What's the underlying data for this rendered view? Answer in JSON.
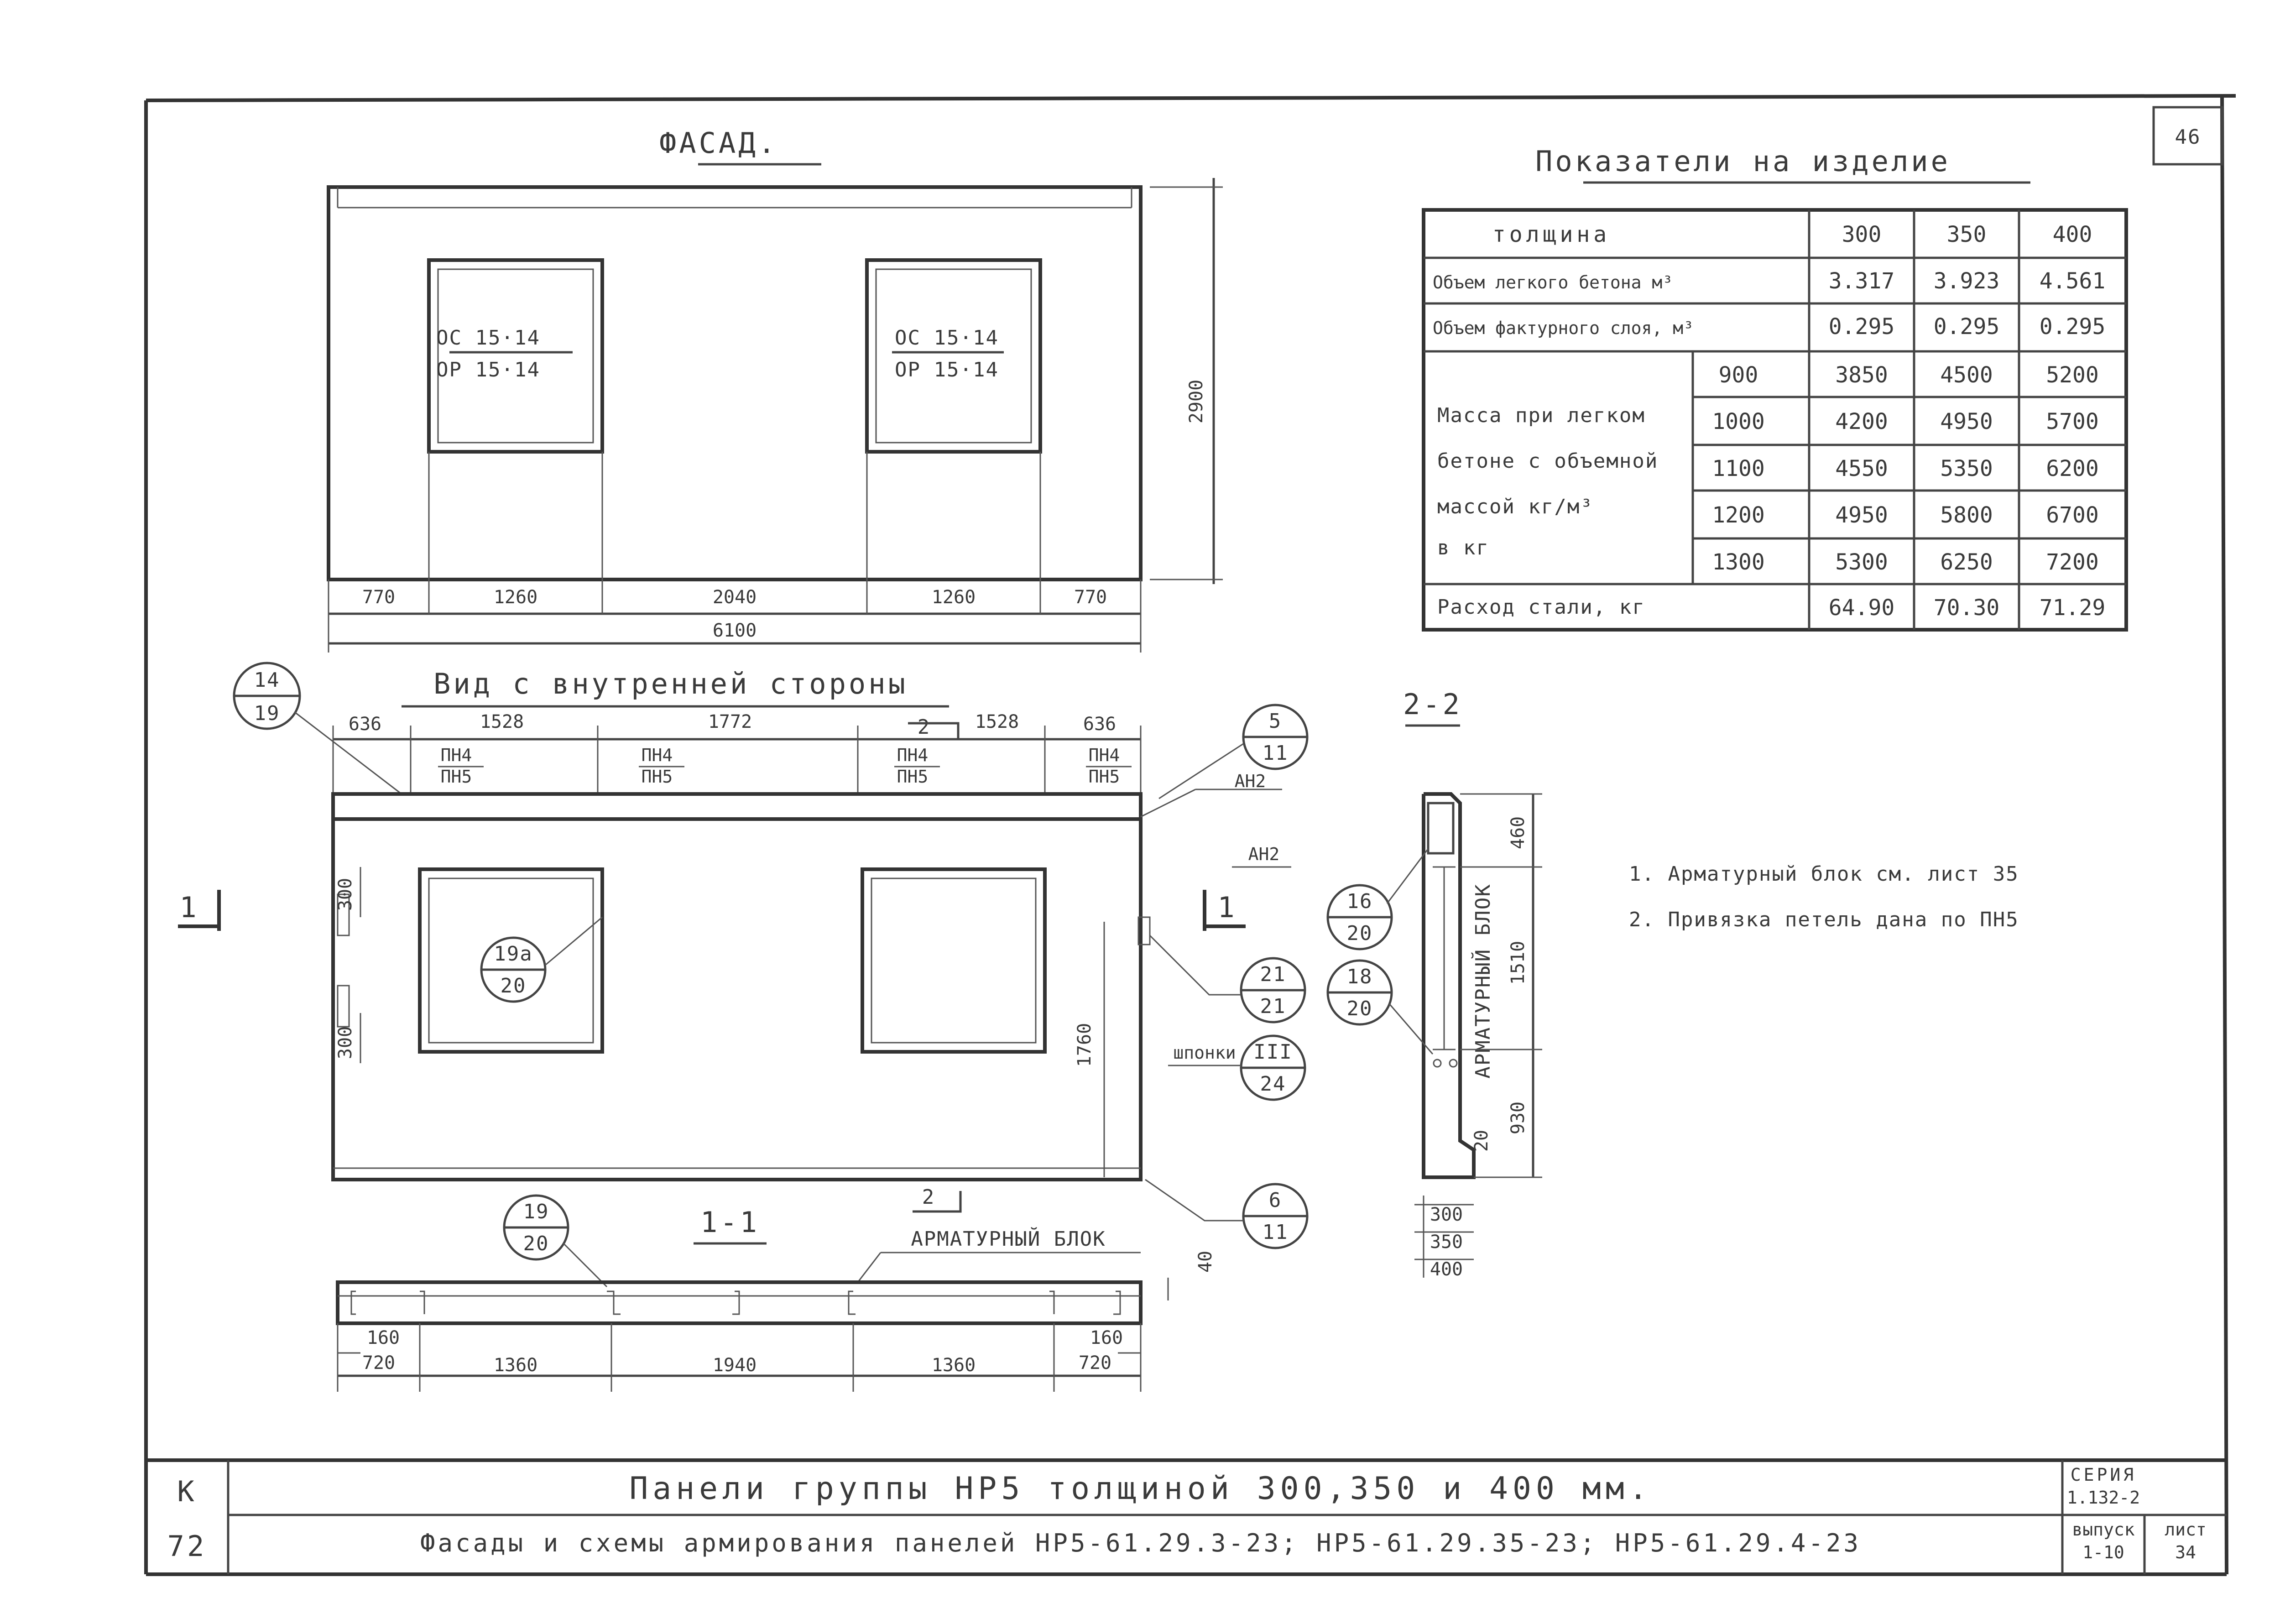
{
  "sheet": {
    "number": "46",
    "left_marks": [
      "К",
      "72"
    ]
  },
  "facade": {
    "title": "ФАСАД.",
    "windows": [
      {
        "top": "ОС 15·14",
        "bottom": "ОР 15·14"
      },
      {
        "top": "ОС 15·14",
        "bottom": "ОР 15·14"
      }
    ],
    "dims_bottom": [
      "770",
      "1260",
      "2040",
      "1260",
      "770"
    ],
    "dim_total": "6100",
    "dim_height": "2900"
  },
  "interior": {
    "title": "Вид с внутренней стороны",
    "dims_top": [
      "636",
      "1528",
      "1772",
      "1528",
      "636"
    ],
    "loop_labels": {
      "top": "ПН4",
      "bottom": "ПН5"
    },
    "anchor_label": "АН2",
    "section_mark_1": "1",
    "section_mark_2": "2",
    "dim_300a": "300",
    "dim_300b": "300",
    "dim_1760": "1760",
    "key_label": "шпонки",
    "key_roman": "III",
    "callouts": [
      {
        "top": "14",
        "bottom": "19"
      },
      {
        "top": "5",
        "bottom": "11"
      },
      {
        "top": "19а",
        "bottom": "20"
      },
      {
        "top": "21",
        "bottom": "21"
      },
      {
        "top": "24",
        "bottom": ""
      },
      {
        "top": "6",
        "bottom": "11"
      }
    ]
  },
  "section_1": {
    "title": "1-1",
    "mark_2": "2",
    "callout": {
      "top": "19",
      "bottom": "20"
    },
    "block_label": "АРМАТУРНЫЙ БЛОК",
    "dim_40": "40",
    "dims_bottom": [
      "720",
      "1360",
      "1940",
      "1360",
      "720"
    ],
    "dims_160": [
      "160",
      "160"
    ]
  },
  "section_2": {
    "title": "2-2",
    "callouts": [
      {
        "top": "16",
        "bottom": "20"
      },
      {
        "top": "18",
        "bottom": "20"
      }
    ],
    "block_label": "АРМАТУРНЫЙ БЛОК",
    "dims": [
      "460",
      "1510",
      "930",
      "20"
    ],
    "thickness": [
      "300",
      "350",
      "400"
    ]
  },
  "table": {
    "title": "Показатели на изделие",
    "header": {
      "label": "толщина",
      "cols": [
        "300",
        "350",
        "400"
      ]
    },
    "rows": [
      {
        "label": "Объем легкого бетона м³",
        "values": [
          "3.317",
          "3.923",
          "4.561"
        ]
      },
      {
        "label": "Объем фактурного слоя, м³",
        "values": [
          "0.295",
          "0.295",
          "0.295"
        ]
      }
    ],
    "mass_label": [
      "Масса при легком",
      "бетоне с объемной",
      "массой  кг/м³",
      "в кг"
    ],
    "mass_rows": [
      {
        "density": "900",
        "values": [
          "3850",
          "4500",
          "5200"
        ]
      },
      {
        "density": "1000",
        "values": [
          "4200",
          "4950",
          "5700"
        ]
      },
      {
        "density": "1100",
        "values": [
          "4550",
          "5350",
          "6200"
        ]
      },
      {
        "density": "1200",
        "values": [
          "4950",
          "5800",
          "6700"
        ]
      },
      {
        "density": "1300",
        "values": [
          "5300",
          "6250",
          "7200"
        ]
      }
    ],
    "steel": {
      "label": "Расход  стали, кг",
      "values": [
        "64.90",
        "70.30",
        "71.29"
      ]
    }
  },
  "notes": [
    "1. Арматурный блок см. лист 35",
    "2. Привязка петель дана по ПН5"
  ],
  "title_block": {
    "title": "Панели группы НР5 толщиной 300,350 и 400 мм.",
    "subtitle": "Фасады и схемы армирования панелей  НР5-61.29.3-23;  НР5-61.29.35-23;  НР5-61.29.4-23",
    "series_label": "СЕРИЯ",
    "series_value": "1.132-2",
    "issue_label": "выпуск",
    "issue_value": "1-10",
    "sheet_label": "лист",
    "sheet_value": "34"
  }
}
